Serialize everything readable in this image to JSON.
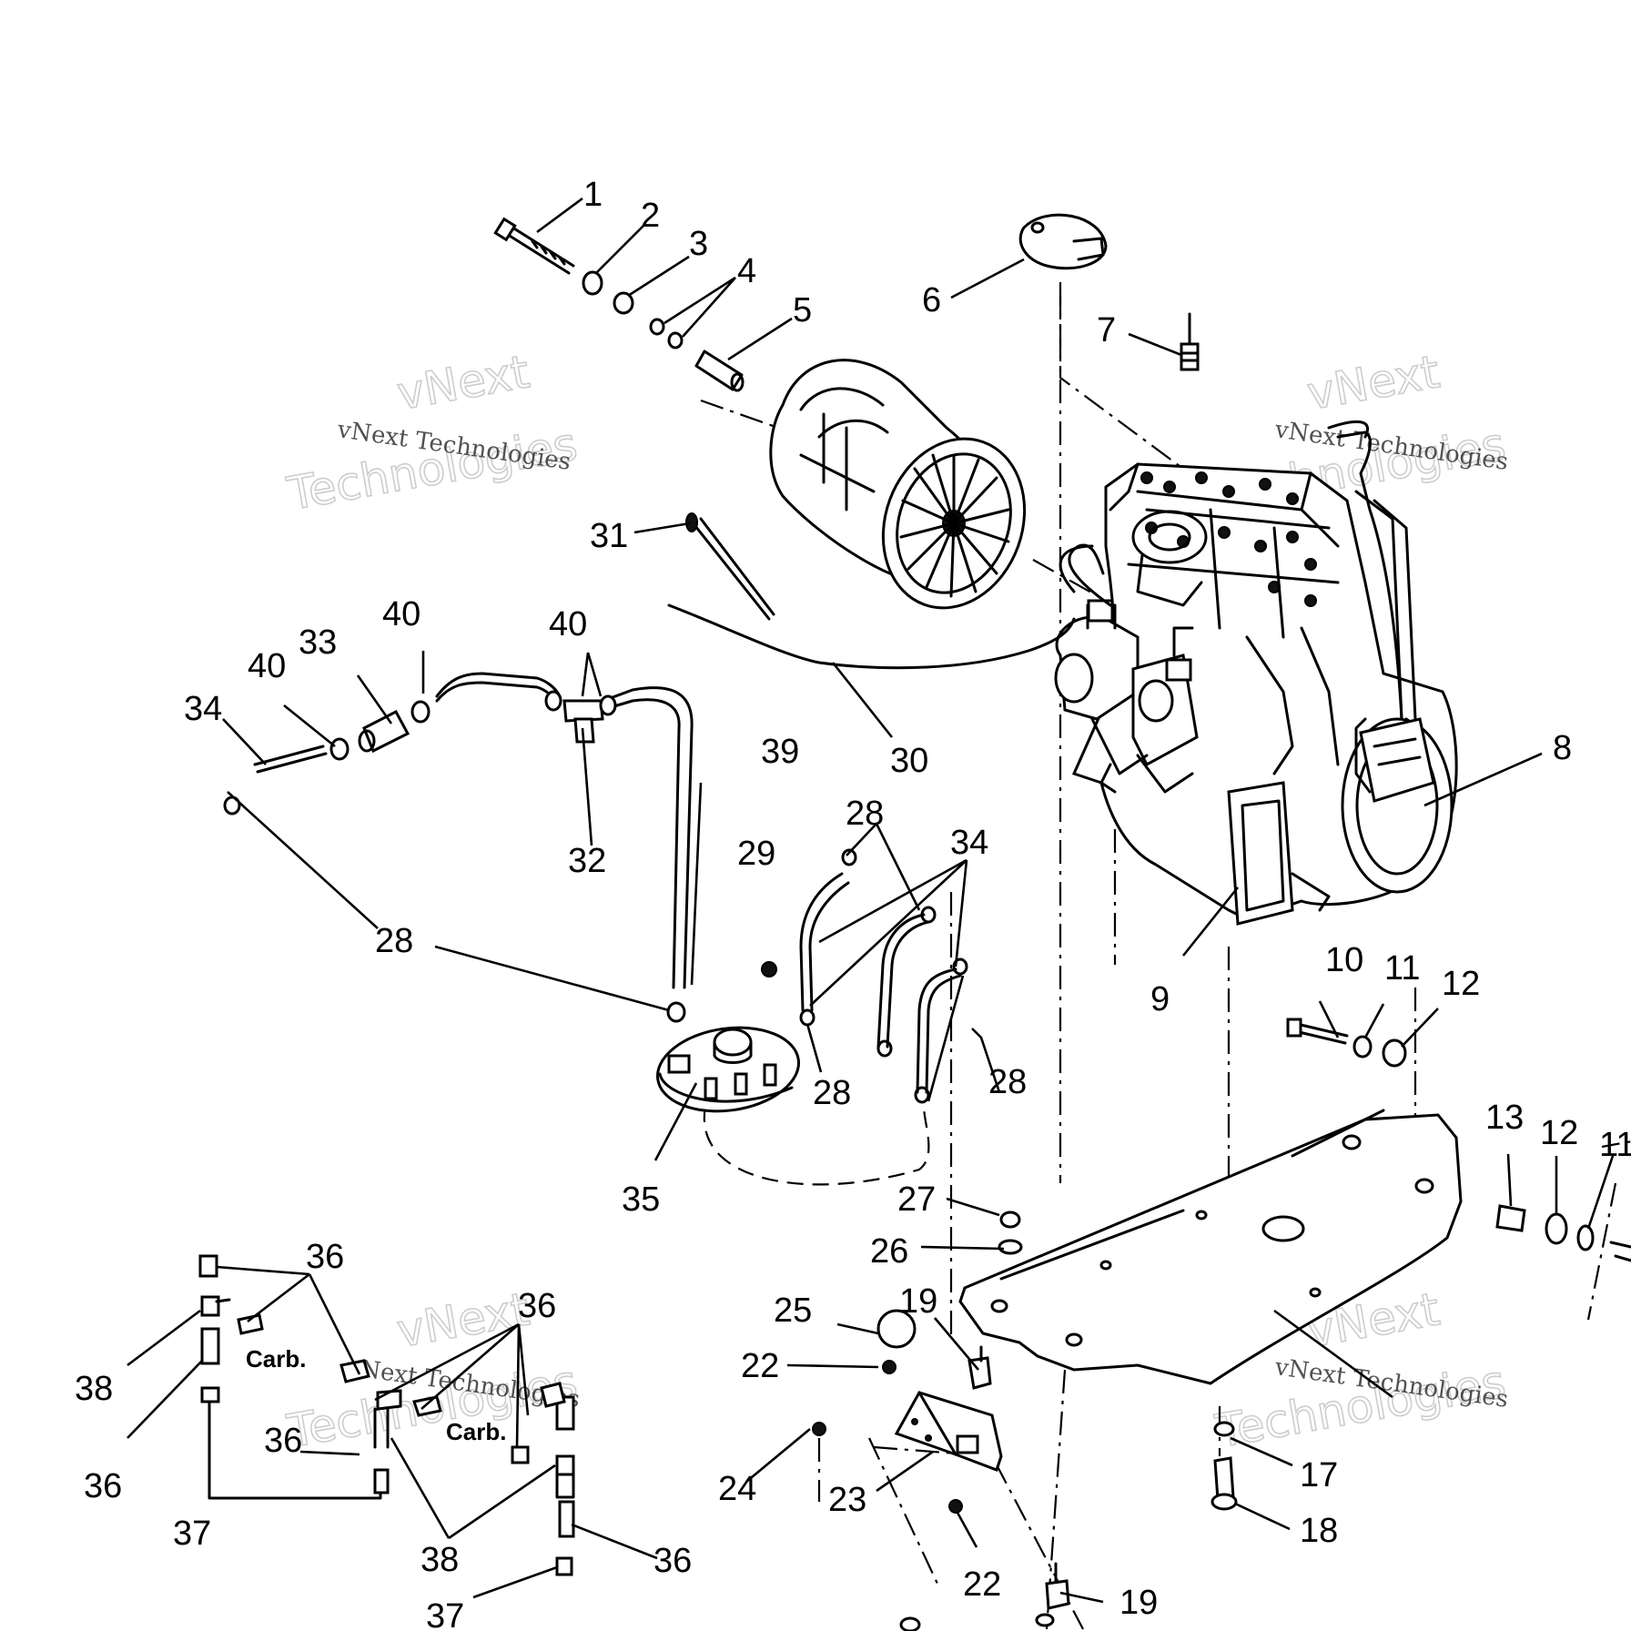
{
  "watermarks": {
    "brand_line1": "vNext",
    "brand_line2": "Technologies",
    "brand_full": "vNext Technologies"
  },
  "labels": {
    "carb": "Carb."
  },
  "callouts": [
    "1",
    "2",
    "3",
    "4",
    "5",
    "6",
    "7",
    "8",
    "9",
    "10",
    "11",
    "12",
    "13",
    "12",
    "11",
    "17",
    "18",
    "19",
    "19",
    "22",
    "22",
    "23",
    "24",
    "25",
    "26",
    "27",
    "28",
    "28",
    "28",
    "28",
    "29",
    "30",
    "31",
    "32",
    "33",
    "34",
    "34",
    "35",
    "36",
    "36",
    "36",
    "36",
    "36",
    "36",
    "37",
    "37",
    "38",
    "38",
    "39",
    "40",
    "40",
    "40"
  ]
}
